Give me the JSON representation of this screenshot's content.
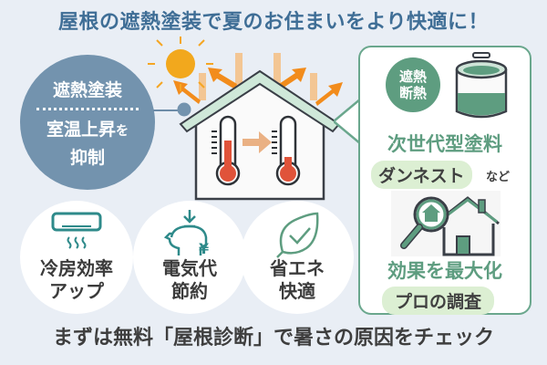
{
  "headline": "屋根の遮熱塗装で夏のお住まいをより快適に！",
  "left_circle": {
    "line1": "遮熱塗装",
    "line2_main": "室温上昇",
    "line2_small": "を",
    "line3": "抑制"
  },
  "center_illustration": {
    "icons": [
      "sun-icon",
      "heat-reflect-arrows",
      "house-icon",
      "thermometer-high-icon",
      "arrow-right-icon",
      "thermometer-low-icon"
    ]
  },
  "right_panel": {
    "badge_line1": "遮熱",
    "badge_line2": "断熱",
    "title1": "次世代型塗料",
    "product_pill": "ダンネスト",
    "product_suffix": "など",
    "title2": "効果を最大化",
    "service_pill": "プロの調査"
  },
  "benefits": [
    {
      "icon": "air-conditioner-icon",
      "line1": "冷房効率",
      "line2": "アップ"
    },
    {
      "icon": "piggy-bank-yen-icon",
      "line1": "電気代",
      "line2": "節約"
    },
    {
      "icon": "leaf-check-icon",
      "line1": "省エネ",
      "line2": "快適"
    }
  ],
  "footer": "まずは無料「屋根診断」で暑さの原因をチェック",
  "colors": {
    "background": "#e9eef5",
    "headline": "#3f6e96",
    "blue_circle": "#7393ae",
    "green_accent": "#5e9d80",
    "pill_bg": "#dcefd3",
    "heat_orange": "#f28c1c",
    "thermo_red": "#e0533a"
  }
}
